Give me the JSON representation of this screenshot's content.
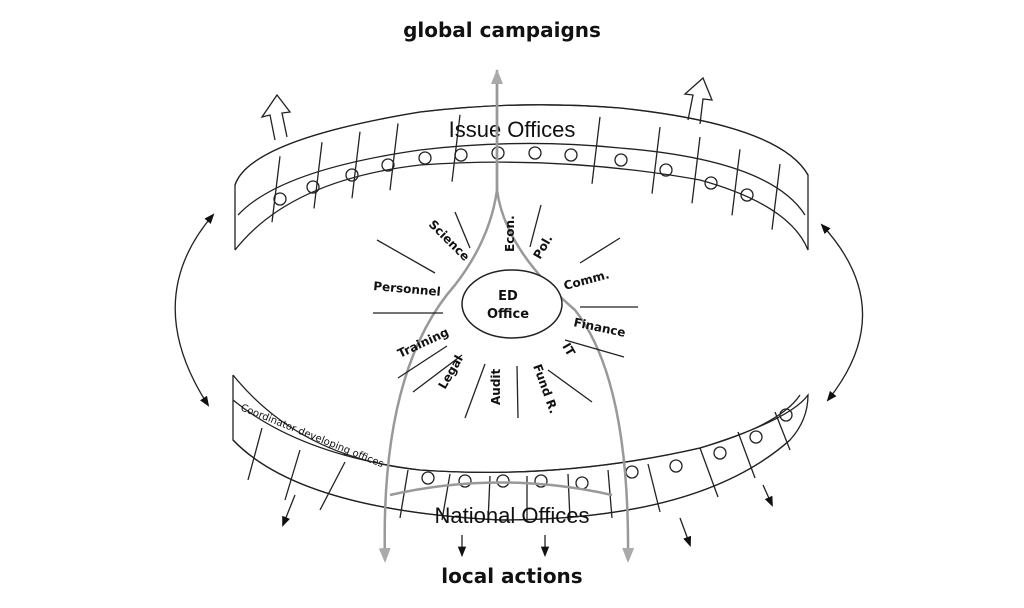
{
  "top_label": "global campaigns",
  "bottom_label": "local actions",
  "issue_band": {
    "label": "Issue Offices"
  },
  "national_band": {
    "label": "National Offices",
    "coordinator_label": "Coordinator developing offices"
  },
  "center": {
    "line1": "ED",
    "line2": "Office"
  },
  "departments": [
    "Science",
    "Econ.",
    "Pol.",
    "Comm.",
    "Personnel",
    "Finance",
    "Training",
    "IT",
    "Legal",
    "Audit",
    "Fund R."
  ],
  "colors": {
    "ink": "#111111",
    "flow": "#999999"
  }
}
